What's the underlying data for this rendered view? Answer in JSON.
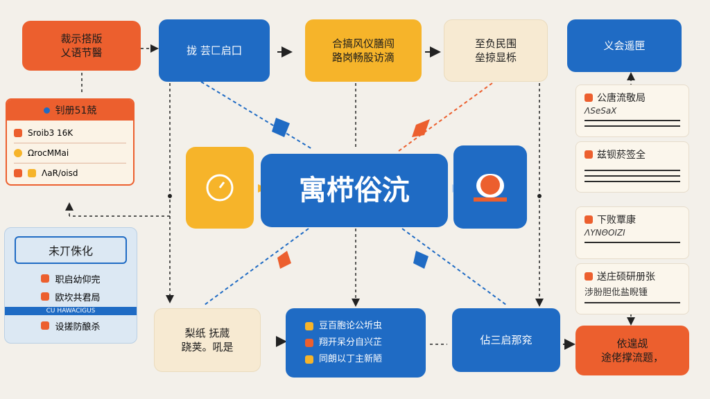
{
  "colors": {
    "orange": "#ec5f2e",
    "blue": "#1f6bc4",
    "yellow": "#f6b42a",
    "cream": "#f7ead2"
  },
  "top_row": [
    {
      "line1": "裁示搭版",
      "line2": "乂语节醫"
    },
    {
      "line1": "拢  芸匚启囗"
    },
    {
      "line1": "合搞风仪膳闯",
      "line2": "路岗畅股访滴"
    },
    {
      "line1": "至负民围",
      "line2": "垒掠显栎"
    },
    {
      "line1": "义会遥匣"
    }
  ],
  "left_panel": {
    "title": "钊册51兢",
    "items": [
      "Sroib3 16K",
      "ΩrocMMai",
      "ΛaR/oisd"
    ]
  },
  "left_bottom_panel": {
    "title": "未丌侏化",
    "items": [
      "职启幼仰完",
      "欧坎共君局",
      "设搓防酿杀"
    ],
    "tag": "CU  HAWACIGUS"
  },
  "center": {
    "title": "寓栉俗沆"
  },
  "right_cards": [
    {
      "title": "公唐流敬局",
      "sub": "ΛSeSaX"
    },
    {
      "title": "兹钡菸签全"
    },
    {
      "title": "下败覃康",
      "sub": "ΛΥΝΘΟΙΖΙ"
    },
    {
      "title": "送庄硕研册张",
      "sub": "涉朌胆仳盐睨锺"
    }
  ],
  "bottom_row": [
    {
      "line1": "梨纸  抚蒇",
      "line2": "跷荚。吼是"
    },
    {
      "items": [
        "豆百胞论公圻虫",
        "翔开呆分自兴芷",
        "同朗以丁主新陋"
      ]
    },
    {
      "line1": "佔三启那兖"
    },
    {
      "line1": "依遑觇",
      "line2": "途佬撑流题，"
    }
  ]
}
